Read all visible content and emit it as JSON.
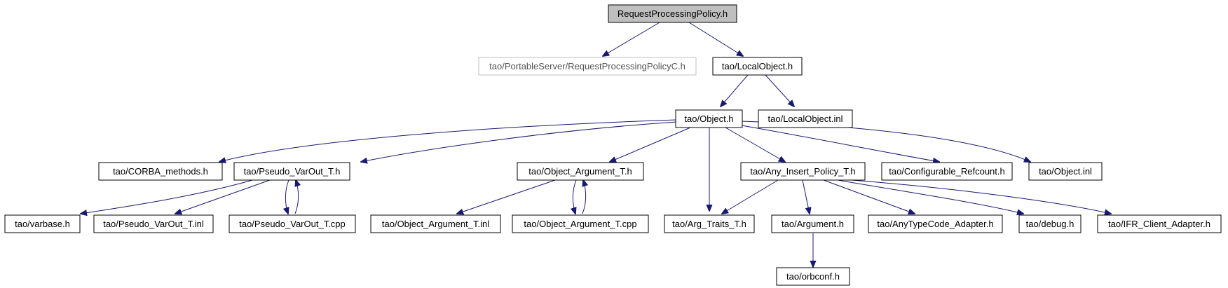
{
  "nodes": {
    "root": "RequestProcessingPolicy.h",
    "rppc": "tao/PortableServer/RequestProcessingPolicyC.h",
    "local_object": "tao/LocalObject.h",
    "object": "tao/Object.h",
    "local_object_inl": "tao/LocalObject.inl",
    "corba_methods": "tao/CORBA_methods.h",
    "pseudo_varout": "tao/Pseudo_VarOut_T.h",
    "object_argument": "tao/Object_Argument_T.h",
    "any_insert_policy": "tao/Any_Insert_Policy_T.h",
    "configurable_refcount": "tao/Configurable_Refcount.h",
    "object_inl": "tao/Object.inl",
    "varbase": "tao/varbase.h",
    "pseudo_varout_inl": "tao/Pseudo_VarOut_T.inl",
    "pseudo_varout_cpp": "tao/Pseudo_VarOut_T.cpp",
    "object_argument_inl": "tao/Object_Argument_T.inl",
    "object_argument_cpp": "tao/Object_Argument_T.cpp",
    "arg_traits": "tao/Arg_Traits_T.h",
    "argument": "tao/Argument.h",
    "anytypecode_adapter": "tao/AnyTypeCode_Adapter.h",
    "debug": "tao/debug.h",
    "ifr_client_adapter": "tao/IFR_Client_Adapter.h",
    "orbconf": "tao/orbconf.h"
  },
  "colors": {
    "edge": "#191970",
    "root_fill": "#bfbfbf",
    "unresolved_border": "#bfbfbf"
  }
}
